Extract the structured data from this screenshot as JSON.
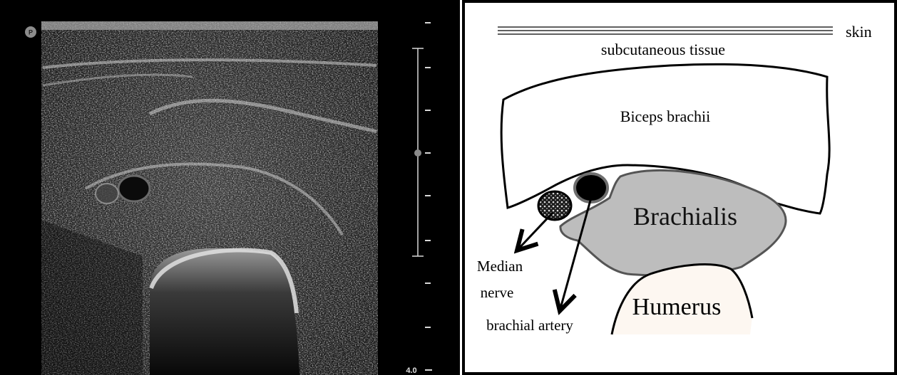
{
  "ultrasound": {
    "probe_marker": "P",
    "depth_label": "4.0"
  },
  "diagram": {
    "labels": {
      "skin": "skin",
      "subcutaneous": "subcutaneous tissue",
      "biceps": "Biceps brachii",
      "brachialis": "Brachialis",
      "humerus": "Humerus",
      "median_nerve_line1": "Median",
      "median_nerve_line2": "nerve",
      "brachial_artery": "brachial artery"
    },
    "colors": {
      "brachialis_fill": "#bdbdbd",
      "humerus_fill": "#fdf7f1",
      "artery_fill": "#000000",
      "outline": "#000000"
    }
  }
}
